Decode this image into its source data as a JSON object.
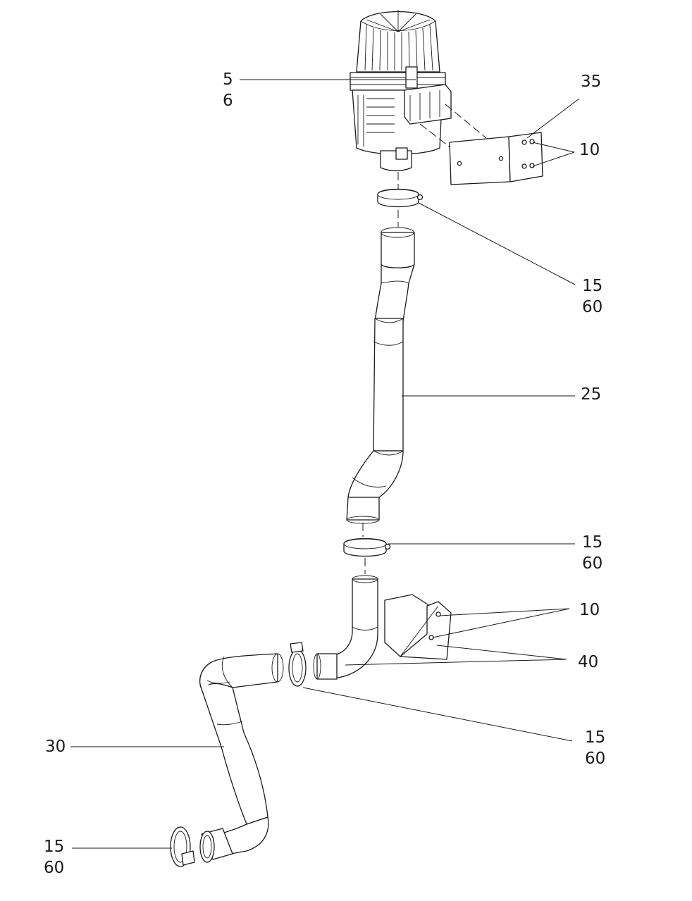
{
  "callouts": {
    "filter": [
      "5",
      "6"
    ],
    "bracket_top": "35",
    "bolts_top": "10",
    "clamp_1": [
      "15",
      "60"
    ],
    "pipe_upper": "25",
    "clamp_2": [
      "15",
      "60"
    ],
    "bolts_bottom": "10",
    "bracket_bottom": "40",
    "clamp_3": [
      "15",
      "60"
    ],
    "pipe_lower": "30",
    "clamp_4": [
      "15",
      "60"
    ]
  },
  "colors": {
    "line": "#1a1a1a",
    "background": "#ffffff"
  }
}
